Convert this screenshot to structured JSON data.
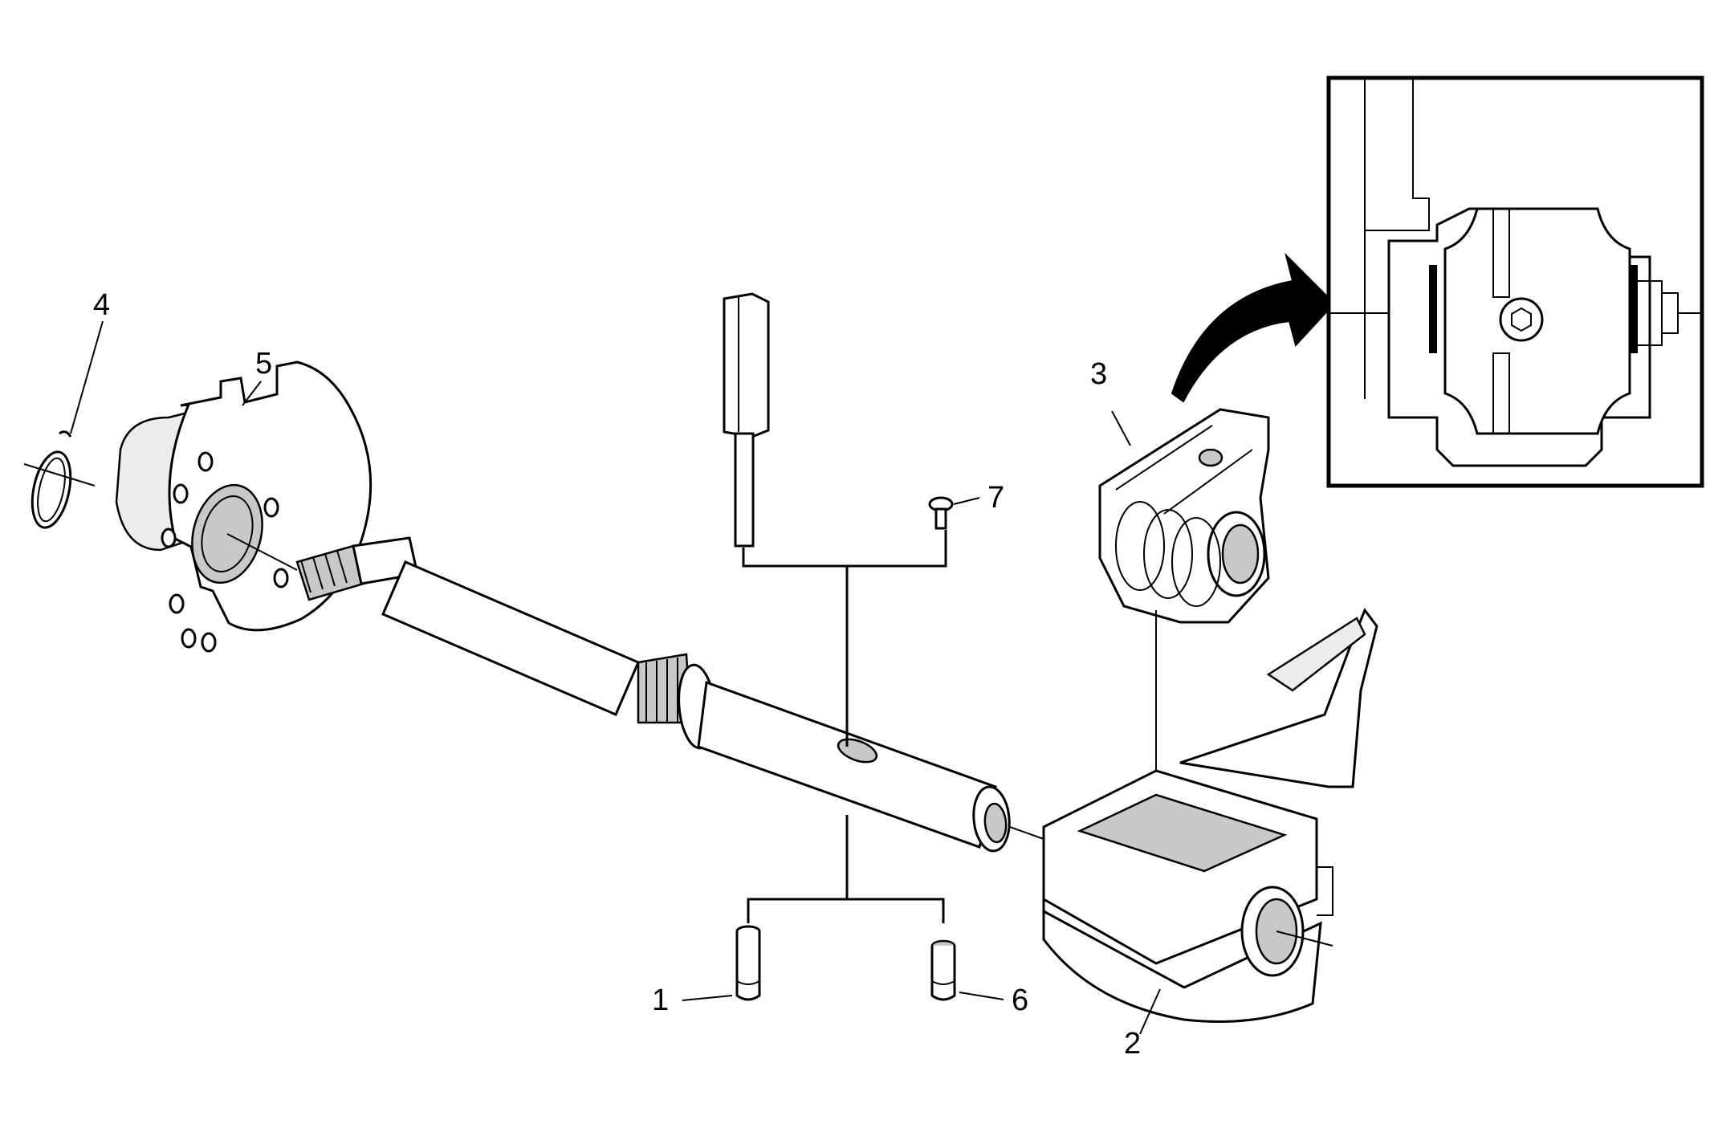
{
  "callouts": {
    "c1": "1",
    "c2": "2",
    "c3": "3",
    "c4": "4",
    "c5": "5",
    "c6": "6",
    "c7": "7"
  },
  "colors": {
    "line": "#000000",
    "background": "#ffffff",
    "shade": "#ececec"
  }
}
